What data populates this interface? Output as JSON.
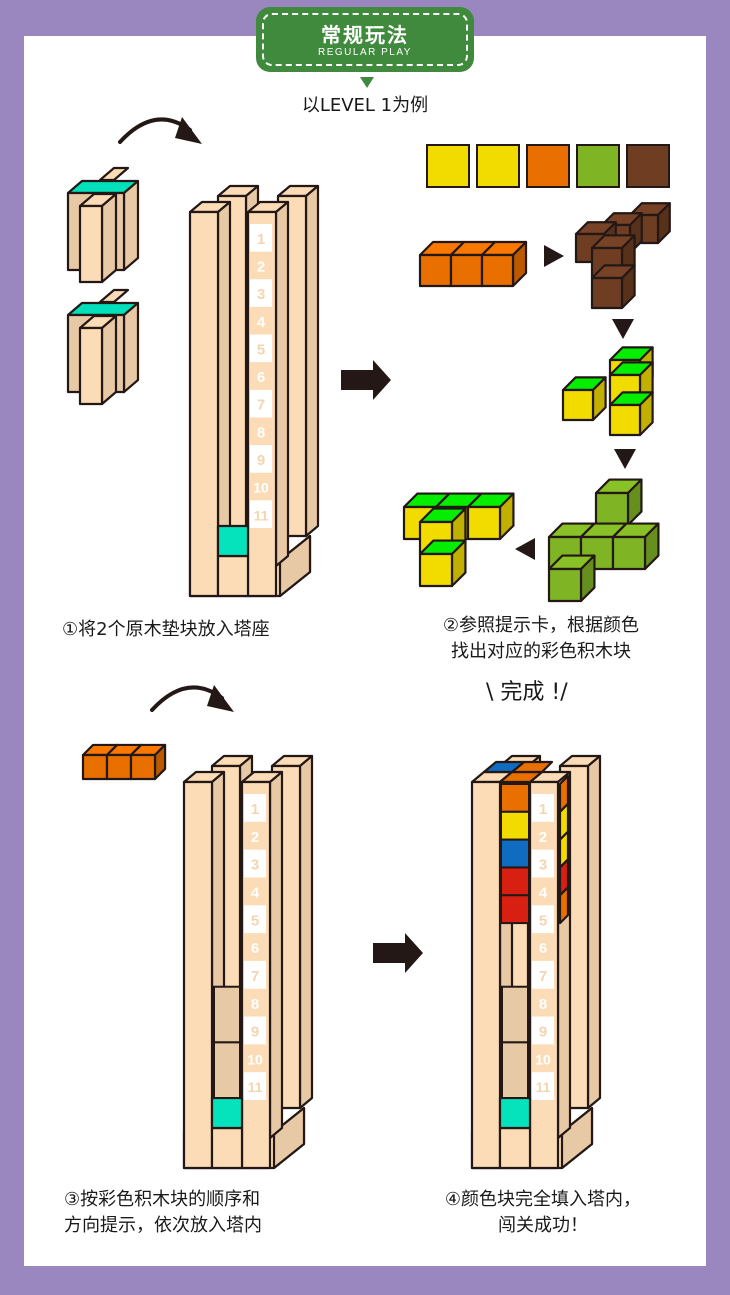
{
  "header": {
    "title_cn": "常规玩法",
    "title_en": "REGULAR PLAY",
    "subtitle": "以LEVEL 1为例"
  },
  "colors": {
    "frame": "#9b87c0",
    "badge_green": "#3f8a3c",
    "wood_light": "#fcdcb6",
    "wood_side": "#e8c9a6",
    "outline": "#231815",
    "yellow": "#f2dc00",
    "orange": "#e86f00",
    "green": "#7fb424",
    "brown": "#6e3d22",
    "blue": "#0f6cc0",
    "red": "#d71f12"
  },
  "steps": [
    {
      "id": 1,
      "caption_lines": [
        "①将2个原木垫块放入塔座"
      ]
    },
    {
      "id": 2,
      "caption_lines": [
        "②参照提示卡，根据颜色",
        "找出对应的彩色积木块"
      ]
    },
    {
      "id": 3,
      "caption_lines": [
        "③按彩色积木块的顺序和",
        "方向提示，依次放入塔内"
      ]
    },
    {
      "id": 4,
      "caption_lines": [
        "④颜色块完全填入塔内，",
        "闯关成功！"
      ],
      "heading": "\\ 完成 !/"
    }
  ],
  "hint_card": {
    "sequence": [
      "yellow",
      "yellow",
      "orange",
      "green",
      "brown"
    ]
  },
  "piece_order": [
    "orange",
    "brown",
    "yellow",
    "green",
    "yellow"
  ],
  "tower_numbers": [
    "1",
    "2",
    "3",
    "4",
    "5",
    "6",
    "7",
    "8",
    "9",
    "10",
    "11"
  ],
  "final_front_column": [
    "orange",
    "yellow",
    "blue",
    "red",
    "red"
  ],
  "final_side_column": [
    "orange",
    "yellow",
    "yellow",
    "red",
    "orange"
  ]
}
